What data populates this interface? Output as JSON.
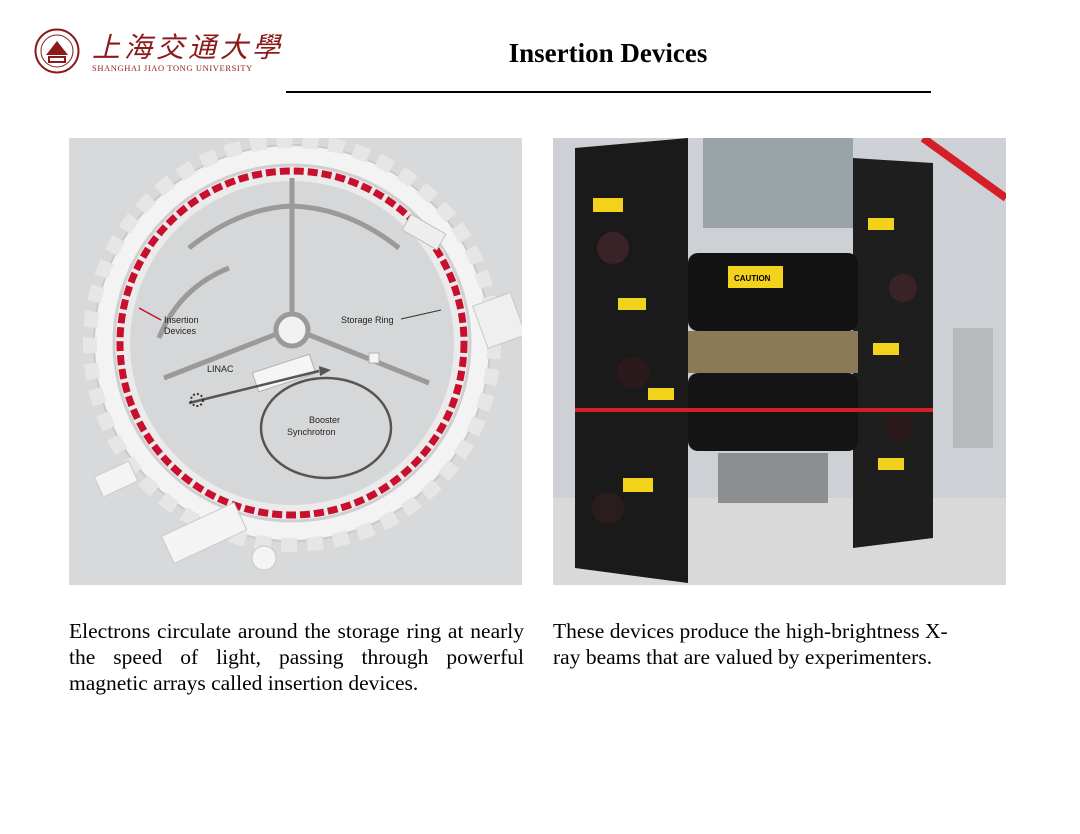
{
  "header": {
    "logo_cn": "上海交通大學",
    "logo_en": "SHANGHAI JIAO TONG UNIVERSITY",
    "title": "Insertion Devices"
  },
  "figure_left": {
    "labels": {
      "insertion": [
        "Insertion",
        "Devices"
      ],
      "storage": "Storage Ring",
      "linac": "LINAC",
      "booster": [
        "Booster",
        "Synchrotron"
      ]
    }
  },
  "figure_right": {
    "caution": "CAUTION"
  },
  "captions": {
    "left": "Electrons circulate around the storage ring at nearly the speed of light, passing through powerful magnetic arrays called insertion devices.",
    "right": "These devices produce the high-brightness X-ray beams that are valued by experimenters."
  },
  "colors": {
    "brand": "#8b1a1a",
    "ring_red": "#c8102e",
    "caution_yellow": "#f2d21b"
  }
}
